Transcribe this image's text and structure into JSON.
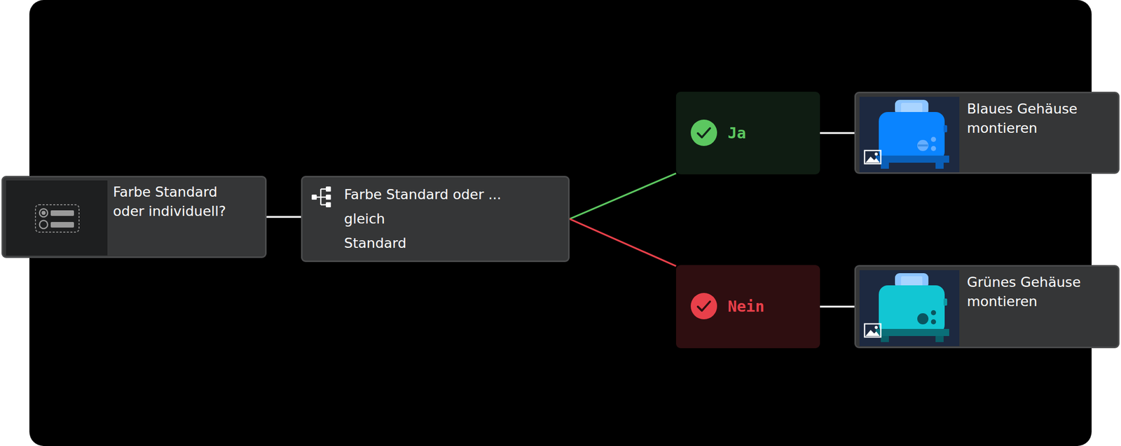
{
  "diagram": {
    "nodes": [
      {
        "text": [
          "Farbe Standard oder individuell?"
        ]
      },
      {
        "text": [
          "Farbe Standard oder ...",
          "gleich",
          "Standard"
        ]
      },
      {
        "text": [
          "Ja"
        ]
      },
      {
        "text": [
          "Blaues Gehäuse montieren"
        ]
      },
      {
        "text": [
          "Nein"
        ]
      },
      {
        "text": [
          "Grünes Gehäuse montieren"
        ]
      }
    ],
    "edges": [
      {
        "from": 0,
        "to": 1,
        "arrow": "none"
      },
      {
        "from": 1,
        "to": 2,
        "arrow": "none"
      },
      {
        "from": 2,
        "to": 3,
        "arrow": "none"
      },
      {
        "from": 1,
        "to": 4,
        "arrow": "none"
      },
      {
        "from": 4,
        "to": 5,
        "arrow": "none"
      }
    ]
  }
}
